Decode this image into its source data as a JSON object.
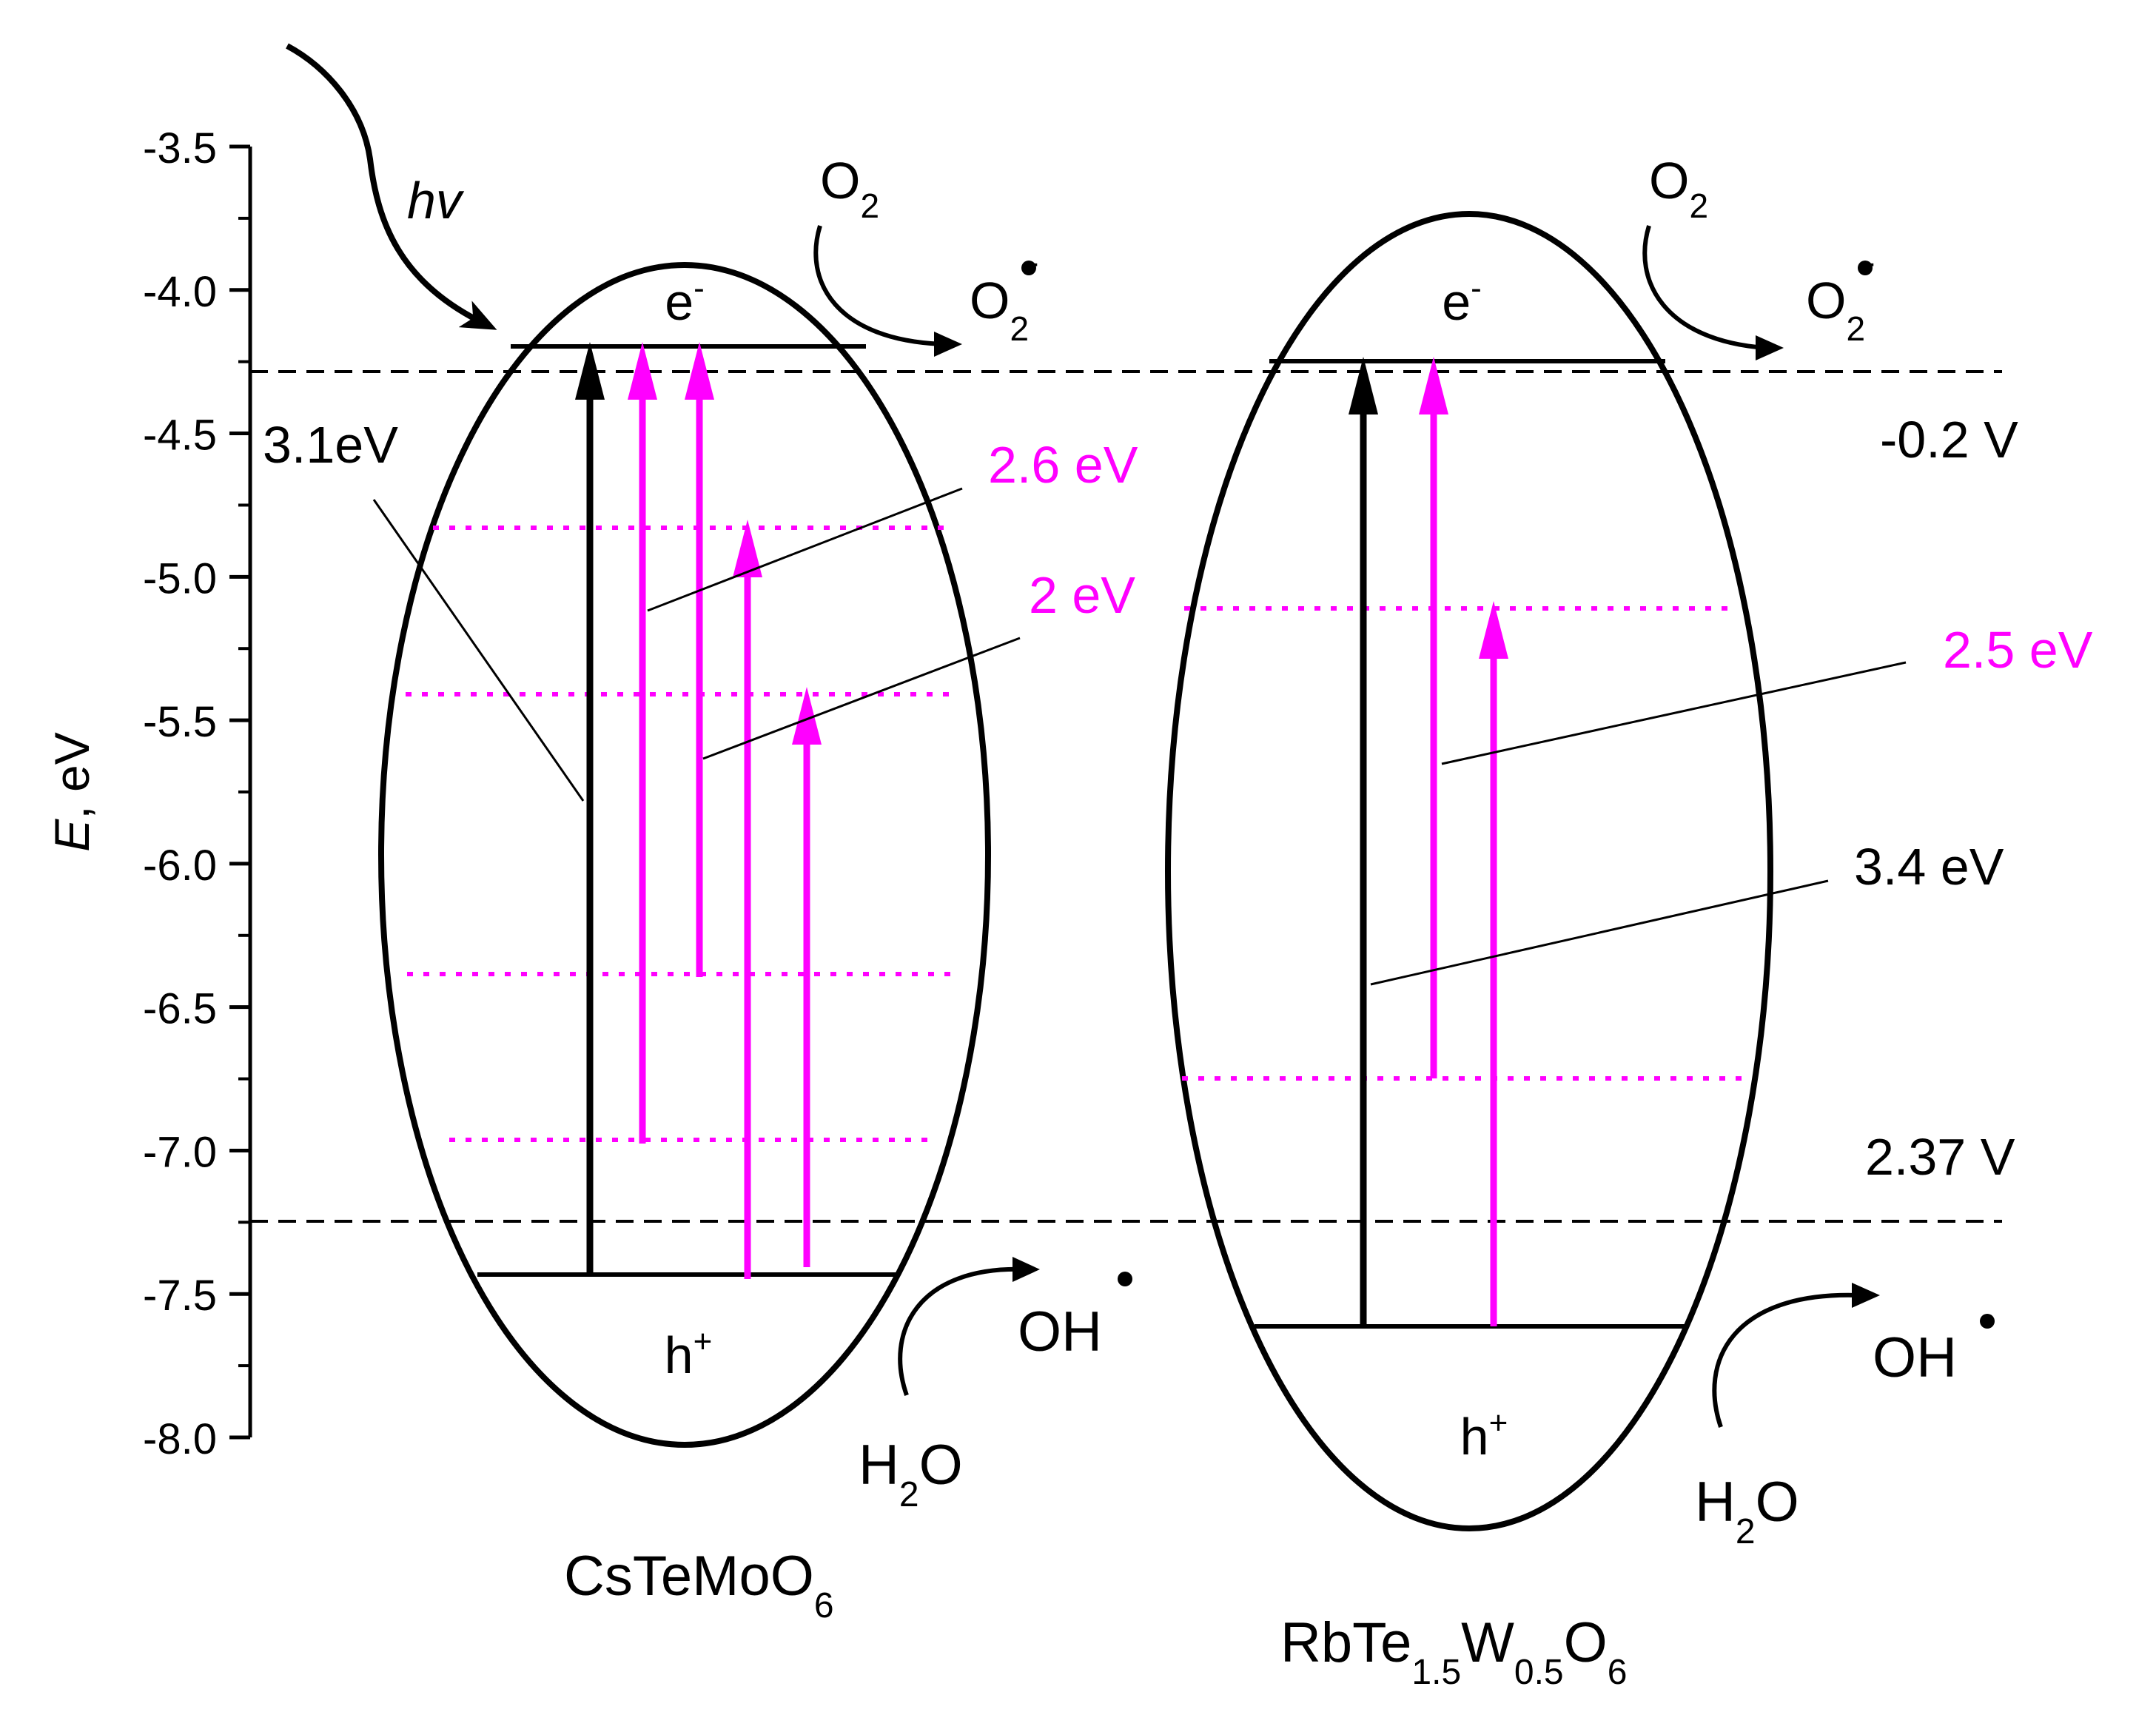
{
  "axis": {
    "label_italic": "E",
    "label_rest": ", eV",
    "ticks": [
      "-3.5",
      "-4.0",
      "-4.5",
      "-5.0",
      "-5.5",
      "-6.0",
      "-6.5",
      "-7.0",
      "-7.5",
      "-8.0"
    ]
  },
  "light_label": "hv",
  "potentials": {
    "reduction": "-0.2 V",
    "oxidation": "2.37 V"
  },
  "materials": [
    {
      "name_parts": [
        "CsTeMoO",
        "6"
      ],
      "electron": "e",
      "electron_sup": "-",
      "hole": "h",
      "hole_sup": "+",
      "band_gap_label": "3.1eV",
      "defect_labels": [
        "2.6 eV",
        "2 eV"
      ]
    },
    {
      "name_parts": [
        "RbTe",
        "1.5",
        "W",
        "0.5",
        "O",
        "6"
      ],
      "electron": "e",
      "electron_sup": "-",
      "hole": "h",
      "hole_sup": "+",
      "band_gap_label": "3.4 eV",
      "defect_labels": [
        "2.5 eV"
      ]
    }
  ],
  "reactions": {
    "o2": "O",
    "o2_sub": "2",
    "superoxide": "O",
    "superoxide_sub": "2",
    "superoxide_sup": "-",
    "water": "H",
    "water_sub": "2",
    "water_tail": "O",
    "hydroxyl": "OH"
  },
  "colors": {
    "intrinsic": "#000000",
    "defect": "#ff00ff"
  }
}
